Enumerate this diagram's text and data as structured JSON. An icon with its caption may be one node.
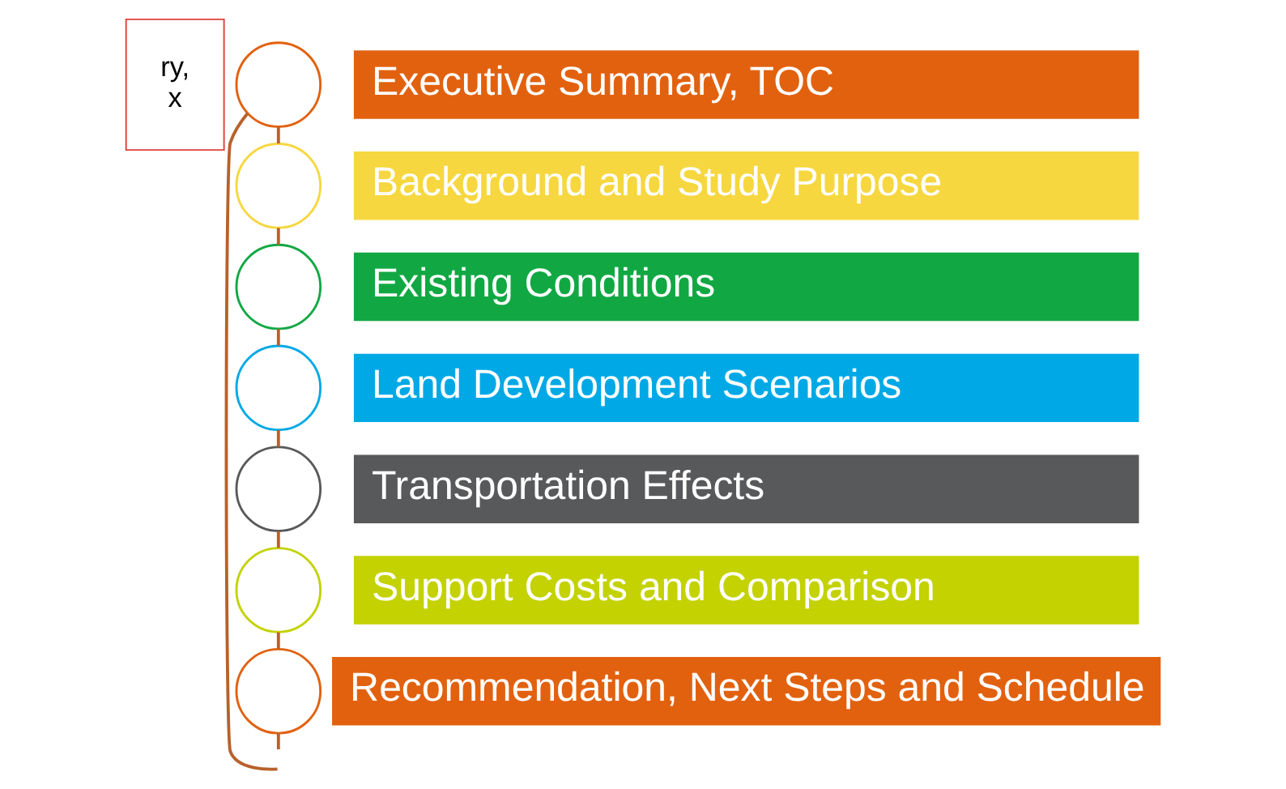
{
  "diagram": {
    "nodes": [
      {
        "text": [],
        "shape": "circle"
      },
      {
        "text": [
          "Executive Summary, TOC"
        ]
      },
      {
        "text": [],
        "shape": "circle"
      },
      {
        "text": [
          "Background and Study Purpose"
        ]
      },
      {
        "text": [],
        "shape": "circle"
      },
      {
        "text": [
          "Existing Conditions"
        ]
      },
      {
        "text": [
          "ry,",
          "x"
        ]
      },
      {
        "text": [],
        "shape": "circle"
      },
      {
        "text": [
          "Land Development Scenarios"
        ]
      },
      {
        "text": [],
        "shape": "circle"
      },
      {
        "text": [
          "Transportation Effects"
        ]
      },
      {
        "text": [],
        "shape": "circle"
      },
      {
        "text": [
          "Support Costs and Comparison"
        ]
      },
      {
        "text": [],
        "shape": "circle"
      },
      {
        "text": [
          "Recommendation, Next Steps and Schedule"
        ]
      }
    ],
    "edges": [
      {
        "from": null,
        "to": 0,
        "arrow": "none"
      },
      {
        "from": 0,
        "to": 2,
        "arrow": "none"
      },
      {
        "from": 2,
        "to": 4,
        "arrow": "none"
      },
      {
        "from": 4,
        "to": 7,
        "arrow": "none"
      },
      {
        "from": 7,
        "to": 9,
        "arrow": "none"
      },
      {
        "from": 9,
        "to": 11,
        "arrow": "none"
      },
      {
        "from": 11,
        "to": 13,
        "arrow": "none"
      },
      {
        "from": 13,
        "to": null,
        "arrow": "none"
      }
    ]
  }
}
